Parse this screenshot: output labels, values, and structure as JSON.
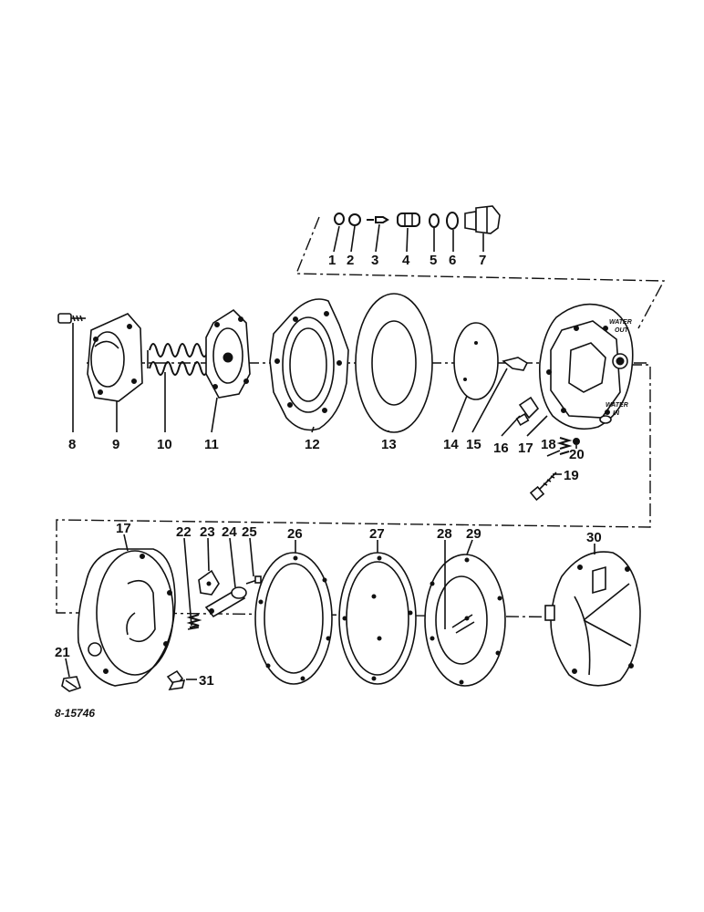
{
  "diagram": {
    "drawing_code": "8-15746",
    "callouts": {
      "c1": "1",
      "c2": "2",
      "c3": "3",
      "c4": "4",
      "c5": "5",
      "c6": "6",
      "c7": "7",
      "c8": "8",
      "c9": "9",
      "c10": "10",
      "c11": "11",
      "c12": "12",
      "c13": "13",
      "c14": "14",
      "c15": "15",
      "c16": "16",
      "c17a": "17",
      "c18": "18",
      "c19": "19",
      "c20": "20",
      "c17b": "17",
      "c22": "22",
      "c23": "23",
      "c24": "24",
      "c25": "25",
      "c26": "26",
      "c27": "27",
      "c28": "28",
      "c29": "29",
      "c30": "30",
      "c21": "21",
      "c31": "31"
    },
    "housing_markings": {
      "water_top": "WATER",
      "water_top_sub": "OUT",
      "water_bottom": "WATER",
      "water_bottom_sub": "IN"
    }
  }
}
